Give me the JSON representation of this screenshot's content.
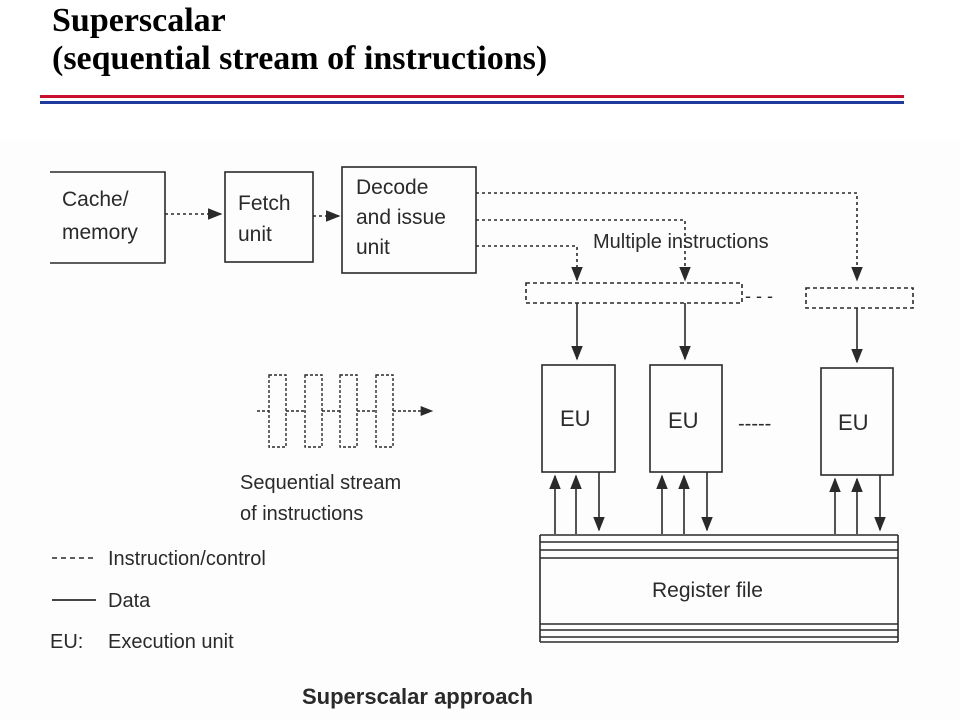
{
  "title": {
    "line1": "Superscalar",
    "line2": "(sequential stream of instructions)"
  },
  "colors": {
    "rule_top": "#c8102e",
    "rule_bottom": "#1f3a9c",
    "ink": "#2a2a2a"
  },
  "diagram": {
    "cache": {
      "line1": "Cache/",
      "line2": "memory"
    },
    "fetch": {
      "line1": "Fetch",
      "line2": "unit"
    },
    "decode": {
      "line1": "Decode",
      "line2": "and issue",
      "line3": "unit"
    },
    "multiple_label": "Multiple instructions",
    "eu_labels": [
      "EU",
      "EU",
      "EU"
    ],
    "eu_gap": "-----",
    "buffer_gap": "- - -",
    "stream_label": {
      "line1": "Sequential stream",
      "line2": "of instructions"
    },
    "register_file": "Register file",
    "caption": "Superscalar approach",
    "legend": [
      {
        "key": "----",
        "text": "Instruction/control"
      },
      {
        "key": "",
        "text": "Data"
      },
      {
        "key": "EU:",
        "text": "Execution unit"
      }
    ]
  }
}
